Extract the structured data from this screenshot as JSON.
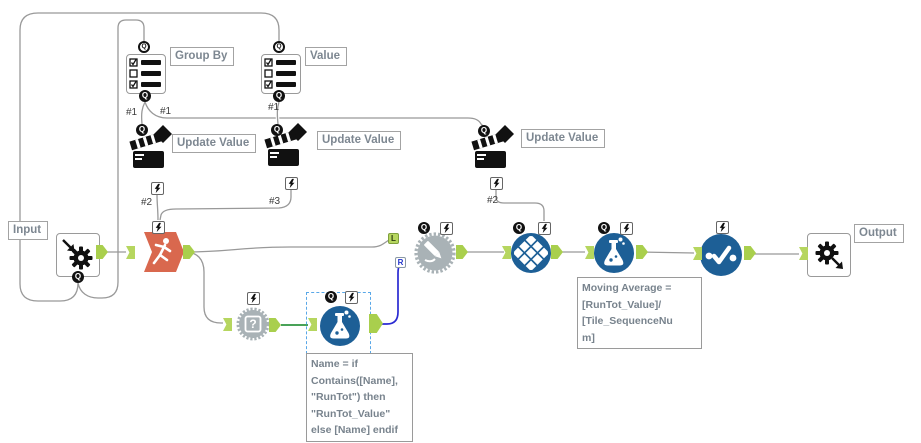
{
  "tools": {
    "macro_input": {
      "label": "Input"
    },
    "macro_output": {
      "label": "Output"
    },
    "list_box_group_by": {
      "label": "Group By"
    },
    "list_box_value": {
      "label": "Value"
    },
    "action_update_value_1": {
      "label": "Update Value"
    },
    "action_update_value_2": {
      "label": "Update Value"
    },
    "action_update_value_3": {
      "label": "Update Value"
    }
  },
  "annotations": {
    "formula_rename": "Name = if\nContains([Name],\n\"RunTot\") then\n\"RunTot_Value\"\nelse [Name] endif",
    "formula_moving_average": "Moving Average =\n[RunTot_Value]/\n[Tile_SequenceNu\nm]"
  },
  "connection_labels": {
    "group_by_to_update1": "#1",
    "group_by_to_update3": "#1",
    "value_to_update2": "#1",
    "update1_out": "#2",
    "update2_out": "#3",
    "update3_out": "#2"
  },
  "anchors": {
    "q": "Q",
    "left_input": "L",
    "right_input": "R"
  },
  "icons": {
    "question_mark": "?"
  },
  "colors": {
    "tool_blue": "#1d5f96",
    "macro_grey": "#a9b2b6",
    "running_total_red": "#d9684e",
    "anchor_green": "#b6d65f",
    "wire_grey": "#999999",
    "wire_green": "#2f9440",
    "wire_blue": "#2a2ad2",
    "selection_blue": "#59a8e8"
  }
}
